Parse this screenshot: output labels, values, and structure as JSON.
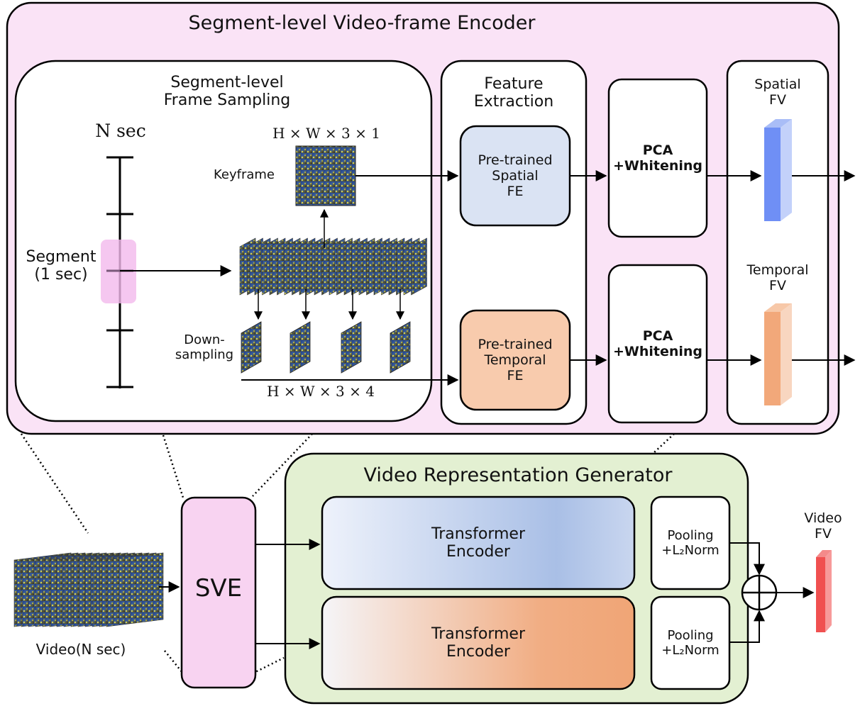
{
  "sve_panel": {
    "title": "Segment-level Video-frame Encoder",
    "sampling": {
      "title": "Segment-level\nFrame Sampling",
      "n_sec": "N sec",
      "segment_label": "Segment\n(1 sec)",
      "keyframe_label": "Keyframe",
      "keyframe_dims": "H × W × 3 × 1",
      "downsampling_label": "Down-\nsampling",
      "downsampled_dims": "H × W × 3 × 4"
    },
    "feature_extraction": {
      "title": "Feature\nExtraction",
      "spatial_fe": "Pre-trained\nSpatial\nFE",
      "temporal_fe": "Pre-trained\nTemporal\nFE"
    },
    "pca_spatial": "PCA\n+Whitening",
    "pca_temporal": "PCA\n+Whitening",
    "spatial_fv": "Spatial\nFV",
    "temporal_fv": "Temporal\nFV"
  },
  "bottom": {
    "video_label": "Video(N sec)",
    "sve_block": "SVE",
    "vrg_title": "Video Representation Generator",
    "transformer_top": "Transformer\nEncoder",
    "transformer_bottom": "Transformer\nEncoder",
    "pooling_top": "Pooling\n+L₂Norm",
    "pooling_bottom": "Pooling\n+L₂Norm",
    "video_fv": "Video\nFV"
  },
  "colors": {
    "sve_pink": "#fae3f6",
    "sve_block_pink": "#f8d3f1",
    "segment_highlight": "#f2b9ec",
    "vrg_green": "#e3f0d2",
    "spatial_blue": "#dae3f3",
    "temporal_orange": "#f8cbad",
    "spatial_fv_blue": "#6f8ff5",
    "temporal_fv_orange": "#f2a87a",
    "video_fv_red": "#f05050"
  }
}
